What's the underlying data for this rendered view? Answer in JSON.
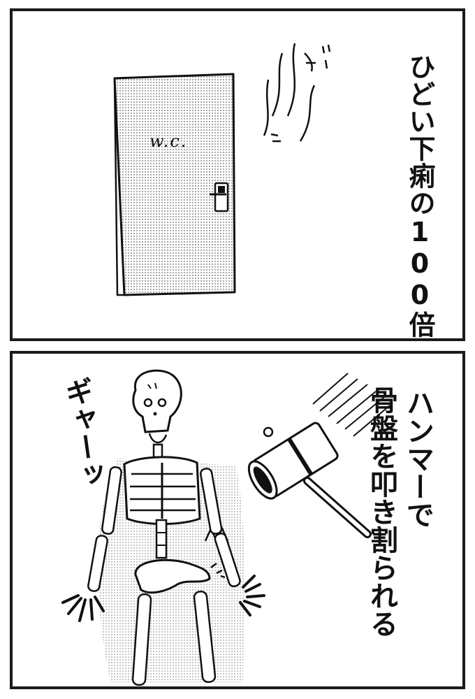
{
  "panel_1": {
    "caption": "ひどい下痢の100倍",
    "door_sign": "w.c."
  },
  "panel_2": {
    "caption_line_1": "ハンマーで",
    "caption_line_2": "骨盤を叩き割られる",
    "sound_effect": "ギャーッ"
  },
  "icons": {
    "door": "toilet-door-icon",
    "hammer": "hammer-icon",
    "skeleton": "skeleton-icon"
  },
  "colors": {
    "ink": "#1a1a1a",
    "screentone": "#9a9a9a",
    "paper": "#ffffff"
  }
}
